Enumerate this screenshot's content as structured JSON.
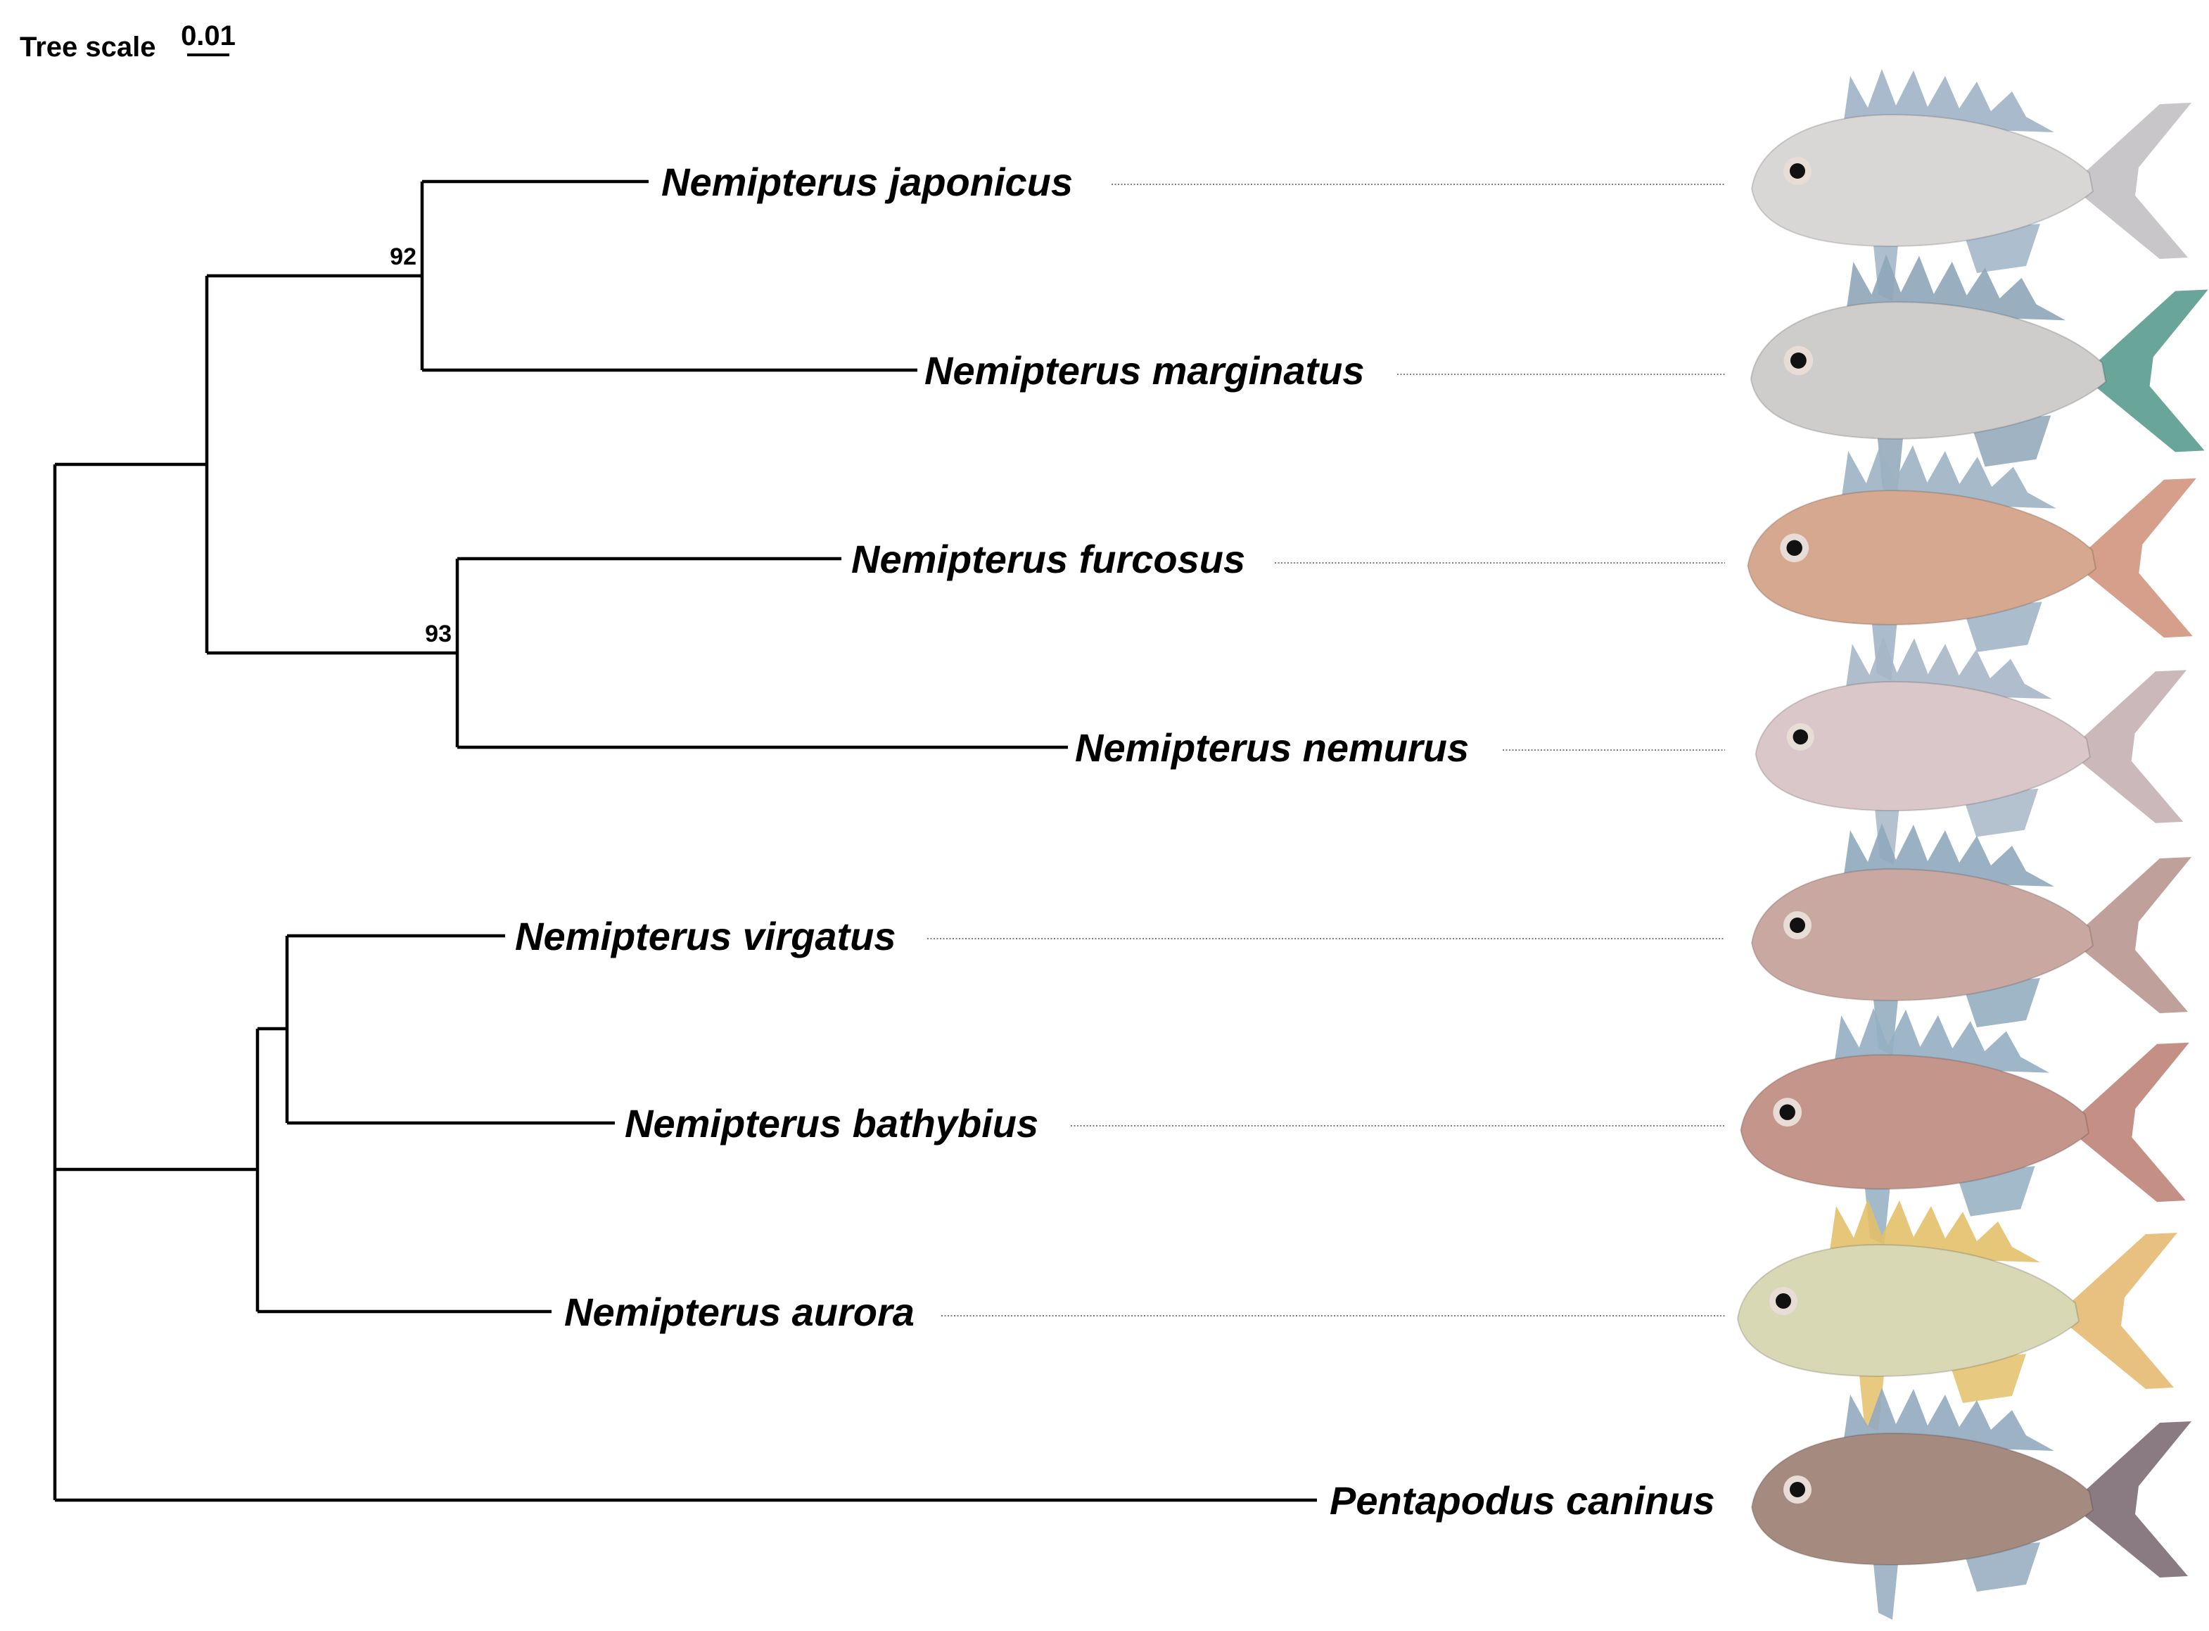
{
  "tree_scale": {
    "label": "Tree scale",
    "value": "0.01"
  },
  "support_values": [
    {
      "id": "jap_marg",
      "value": "92"
    },
    {
      "id": "furc_nem",
      "value": "93"
    }
  ],
  "taxa": [
    {
      "id": "japonicus",
      "name": "Nemipterus japonicus",
      "body_color": "#d9d6d6",
      "fin_color": "#9fb3c6",
      "tail_color": "#c8c6c8"
    },
    {
      "id": "marginatus",
      "name": "Nemipterus marginatus",
      "body_color": "#cfcccc",
      "fin_color": "#8ea6b8",
      "tail_color": "#6aa59a"
    },
    {
      "id": "furcosus",
      "name": "Nemipterus furcosus",
      "body_color": "#d6a88f",
      "fin_color": "#9cb2c4",
      "tail_color": "#d59f8c"
    },
    {
      "id": "nemurus",
      "name": "Nemipterus nemurus",
      "body_color": "#d9c7c9",
      "fin_color": "#a7b6c6",
      "tail_color": "#cbb8bb"
    },
    {
      "id": "virgatus",
      "name": "Nemipterus virgatus",
      "body_color": "#c9a8a2",
      "fin_color": "#8ea9bd",
      "tail_color": "#c0a09a"
    },
    {
      "id": "bathybius",
      "name": "Nemipterus bathybius",
      "body_color": "#c4958a",
      "fin_color": "#93aec2",
      "tail_color": "#c49086"
    },
    {
      "id": "aurora",
      "name": "Nemipterus aurora",
      "body_color": "#d8d8b4",
      "fin_color": "#e3c06a",
      "tail_color": "#e8c080"
    },
    {
      "id": "caninus",
      "name": "Pentapodus caninus",
      "body_color": "#a58a80",
      "fin_color": "#93aac0",
      "tail_color": "#8a7a82"
    }
  ]
}
